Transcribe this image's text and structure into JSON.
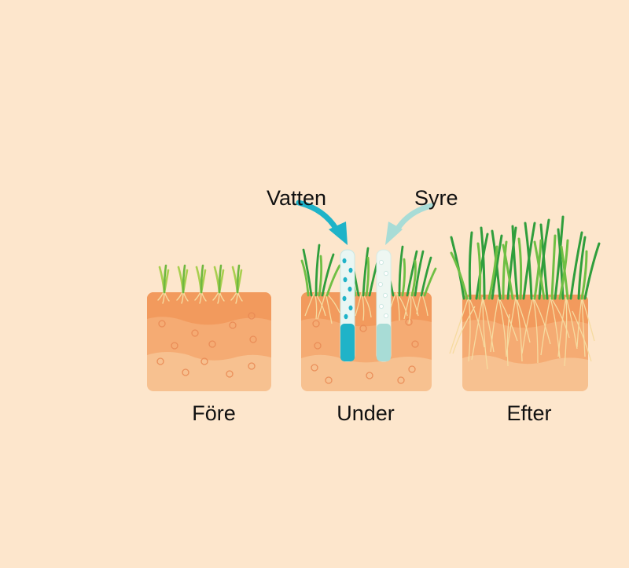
{
  "labels": {
    "before": "Före",
    "during": "Under",
    "after": "Efter",
    "water": "Vatten",
    "oxygen": "Syre"
  },
  "colors": {
    "background": "#fde6cc",
    "soil_top": "#f29a5d",
    "soil_middle": "#f5ab73",
    "soil_bottom": "#f7c190",
    "grass_light": "#a9cf4f",
    "grass_dark": "#2f9e3c",
    "roots": "#f6dba0",
    "water": "#1fb3c8",
    "oxygen": "#a8dcd6"
  },
  "icons": [
    "water-arrow-icon",
    "oxygen-arrow-icon",
    "water-drop-icon",
    "air-bubble-icon",
    "grass-blade-icon"
  ]
}
